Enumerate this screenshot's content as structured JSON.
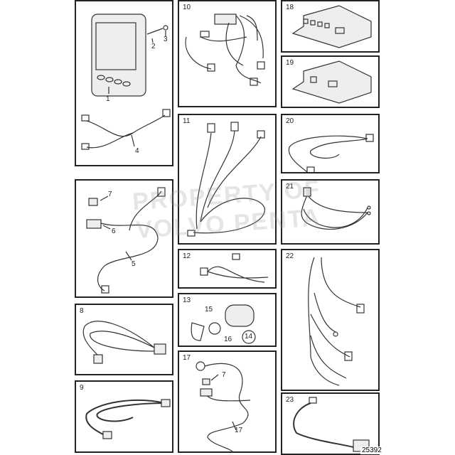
{
  "panels": {
    "display": {
      "callouts": [
        "1",
        "2",
        "3",
        "4"
      ]
    },
    "p10": {
      "number": "10"
    },
    "p18": {
      "number": "18"
    },
    "p19": {
      "number": "19"
    },
    "p11": {
      "number": "11"
    },
    "p20": {
      "number": "20"
    },
    "relay": {
      "callouts": [
        "7",
        "6",
        "5"
      ]
    },
    "p21": {
      "number": "21"
    },
    "p12": {
      "number": "12"
    },
    "p22": {
      "number": "22"
    },
    "p13": {
      "number": "13",
      "callouts": [
        "15",
        "14",
        "16"
      ]
    },
    "p8": {
      "number": "8"
    },
    "p17": {
      "number": "17",
      "callouts": [
        "7",
        "17"
      ]
    },
    "p9": {
      "number": "9"
    },
    "p23": {
      "number": "23"
    }
  },
  "watermark": [
    "PROPERTY OF",
    "VOLVO PENTA"
  ],
  "reference_number": "25392"
}
